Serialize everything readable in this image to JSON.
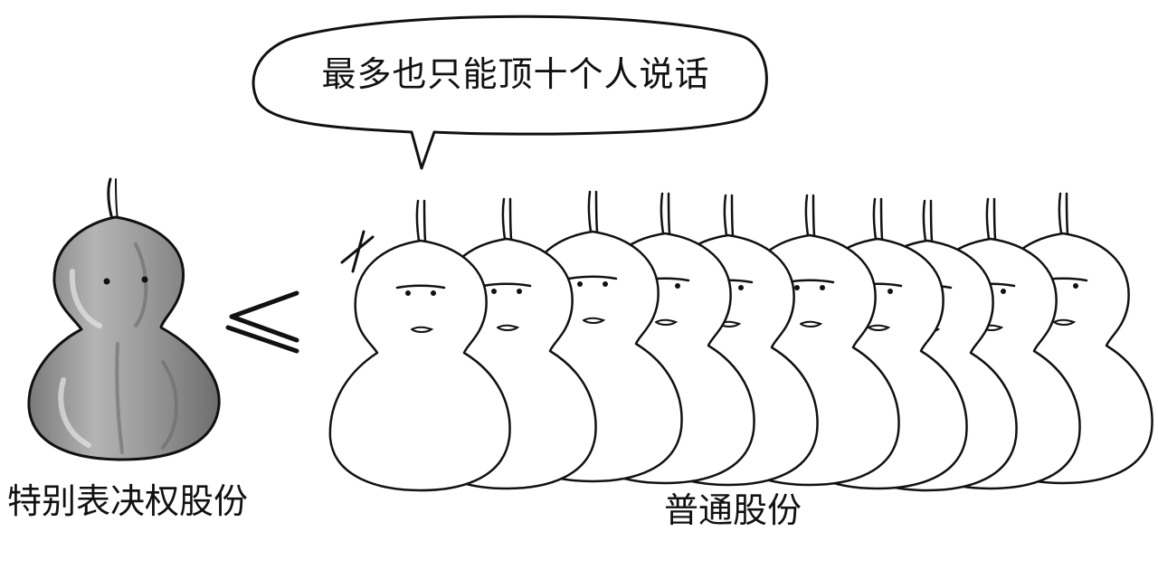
{
  "speech_bubble": {
    "text": "最多也只能顶十个人说话"
  },
  "special_share": {
    "label": "特别表决权股份",
    "fill_color": "#9a9a9a",
    "count": 1
  },
  "relation": {
    "symbol": "≤"
  },
  "common_shares": {
    "label": "普通股份",
    "fill_color": "#ffffff",
    "count": 10
  },
  "colors": {
    "ink": "#111111",
    "background": "#ffffff"
  }
}
